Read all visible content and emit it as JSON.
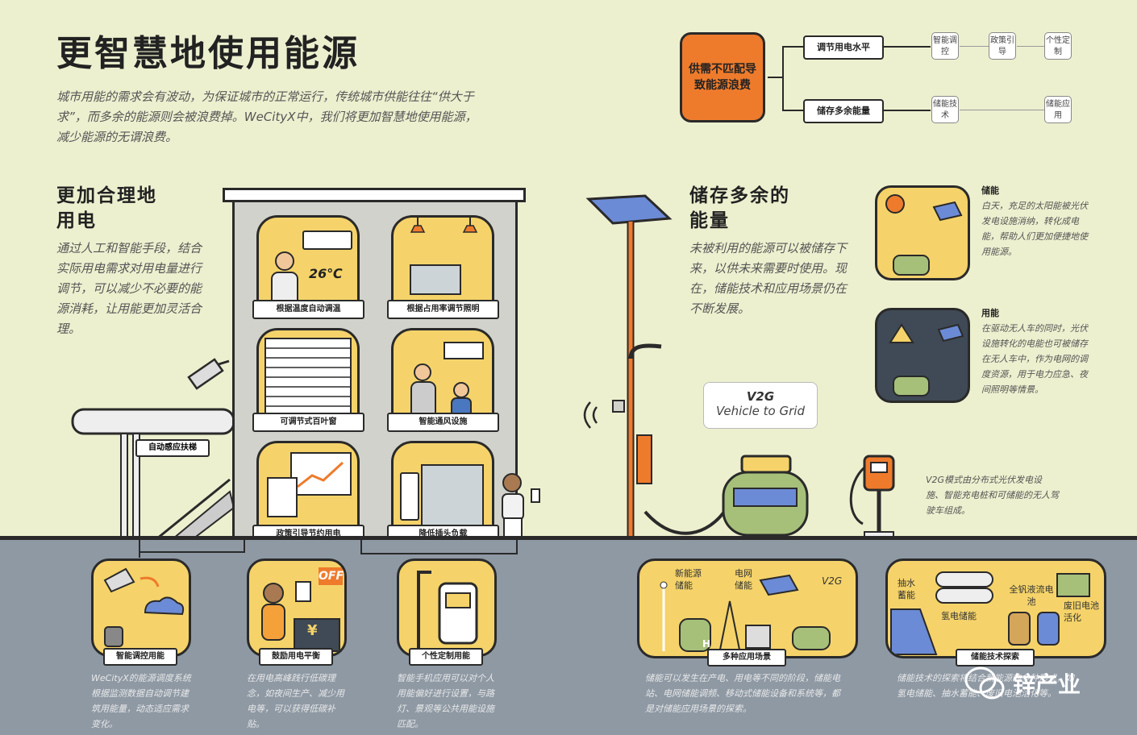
{
  "title": "更智慧地使用能源",
  "intro": "城市用能的需求会有波动，为保证城市的正常运行，传统城市供能往往“供大于求”，而多余的能源则会被浪费掉。WeCityX中，我们将更加智慧地使用能源，减少能源的无谓浪费。",
  "left_section": {
    "heading_line1": "更加合理地",
    "heading_line2": "用电",
    "body": "通过人工和智能手段，结合实际用电需求对用电量进行调节，可以减少不必要的能源消耗，让用能更加灵活合理。"
  },
  "mind_map": {
    "root": "供需不匹配导致能源浪费",
    "branch1": "调节用电水平",
    "branch1_leaves": [
      "智能调控",
      "政策引导",
      "个性定制"
    ],
    "branch2": "储存多余能量",
    "branch2_leaves": [
      "储能技术",
      "储能应用"
    ]
  },
  "building": {
    "temperature": "26℃",
    "rooms": [
      {
        "label": "根据温度自动调温"
      },
      {
        "label": "根据占用率调节照明"
      },
      {
        "label": "可调节式百叶窗"
      },
      {
        "label": "智能通风设施"
      },
      {
        "label": "政策引导节约用电"
      },
      {
        "label": "降低插头负载"
      }
    ],
    "escalator_label": "自动感应扶梯"
  },
  "storage_section": {
    "heading_line1": "储存多余的",
    "heading_line2": "能量",
    "body": "未被利用的能源可以被储存下来，以供未来需要时使用。现在，储能技术和应用场景仍在不断发展。",
    "v2g_title": "V2G",
    "v2g_subtitle": "Vehicle to Grid",
    "v2g_note": "V2G模式由分布式光伏发电设施、智能充电桩和可储能的无人驾驶车组成。"
  },
  "side_cards": [
    {
      "title": "储能",
      "text": "白天，充足的太阳能被光伏发电设施消纳，转化成电能，帮助人们更加便捷地使用能源。",
      "bg": "#f5d36a"
    },
    {
      "title": "用能",
      "text": "在驱动无人车的同时，光伏设施转化的电能也可被储存在无人车中，作为电网的调度资源，用于电力应急、夜间照明等情景。",
      "bg": "#3f4a56"
    }
  ],
  "bottom_cards": [
    {
      "label": "智能调控用能",
      "text": "WeCityX的能源调度系统根据监测数据自动调节建筑用能量，动态适应需求变化。"
    },
    {
      "label": "鼓励用电平衡",
      "text": "在用电高峰践行低碳理念，如夜间生产、减少用电等，可以获得低碳补贴。",
      "off_text": "OFF",
      "yen": "¥"
    },
    {
      "label": "个性定制用能",
      "text": "智能手机应用可以对个人用能偏好进行设置，与路灯、景观等公共用能设施匹配。"
    },
    {
      "label": "多种应用场景",
      "text": "储能可以发生在产电、用电等不同的阶段，储能电站、电网储能调频、移动式储能设备和系统等，都是对储能应用场景的探索。",
      "tags": [
        "新能源储能",
        "电网储能",
        "V2G"
      ],
      "h_mark": "H"
    },
    {
      "label": "储能技术探索",
      "text": "储能技术的探索将结合新能源的多种形式，如氢电储能、抽水蓄能、废旧电池活化等。",
      "tags": [
        "抽水蓄能",
        "全钒液流电池",
        "氢电储能",
        "废旧电池活化"
      ]
    }
  ],
  "watermark": "锌产业",
  "colors": {
    "bg": "#edf0cf",
    "yellow": "#f5d36a",
    "orange": "#ee7b2c",
    "ground": "#8e99a4",
    "dark": "#2a2a2a",
    "green": "#a6c07a"
  }
}
